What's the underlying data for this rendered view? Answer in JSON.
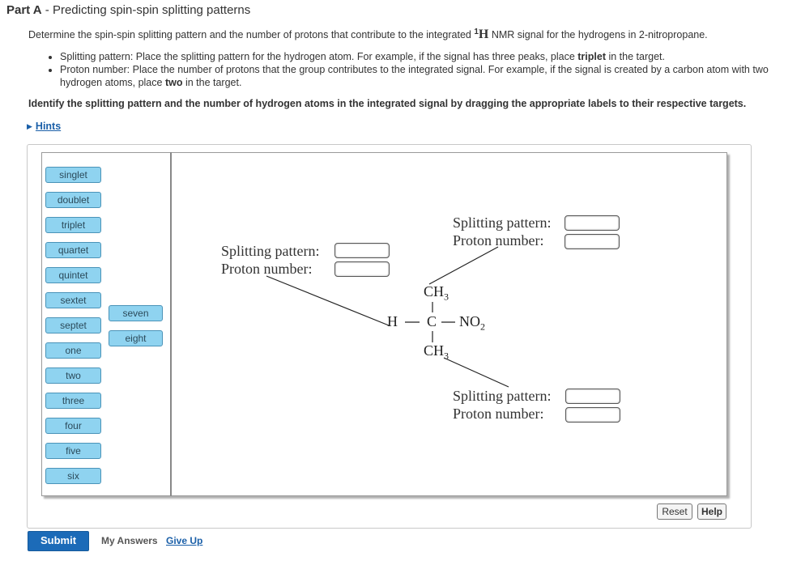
{
  "header": {
    "part_label": "Part A",
    "separator": " - ",
    "title": "Predicting spin-spin splitting patterns"
  },
  "question": {
    "before": "Determine the spin-spin splitting pattern and the number of protons that contribute to the integrated ",
    "nmr_sup": "1",
    "nmr_letter": "H",
    "after": " NMR signal for the hydrogens in 2-nitropropane."
  },
  "instructions": [
    {
      "prefix": "Splitting pattern: Place the splitting pattern for the hydrogen atom. For example, if the signal has three peaks, place ",
      "bold": "triplet",
      "suffix": " in the target."
    },
    {
      "prefix": "Proton number: Place the number of protons that the group contributes to the integrated signal. For example, if the signal is created by a carbon atom with two hydrogen atoms, place ",
      "bold": "two",
      "suffix": " in the target."
    }
  ],
  "identify_text": "Identify the splitting pattern and the number of hydrogen atoms in the integrated signal by dragging the appropriate labels to their respective targets.",
  "hints_label": "Hints",
  "labels": {
    "column1": [
      "singlet",
      "doublet",
      "triplet",
      "quartet",
      "quintet",
      "sextet",
      "septet",
      "one",
      "two",
      "three",
      "four",
      "five",
      "six"
    ],
    "column2": [
      "seven",
      "eight"
    ]
  },
  "targets": {
    "splitting_label": "Splitting pattern:",
    "proton_label": "Proton number:"
  },
  "molecule": {
    "ch3_top": "CH",
    "ch3_top_sub": "3",
    "h_atom": "H",
    "c_atom": "C",
    "no2": "NO",
    "no2_sub": "2",
    "ch3_bottom": "CH",
    "ch3_bottom_sub": "3"
  },
  "buttons": {
    "reset": "Reset",
    "help": "Help",
    "submit": "Submit",
    "my_answers": "My Answers",
    "give_up": "Give Up"
  }
}
